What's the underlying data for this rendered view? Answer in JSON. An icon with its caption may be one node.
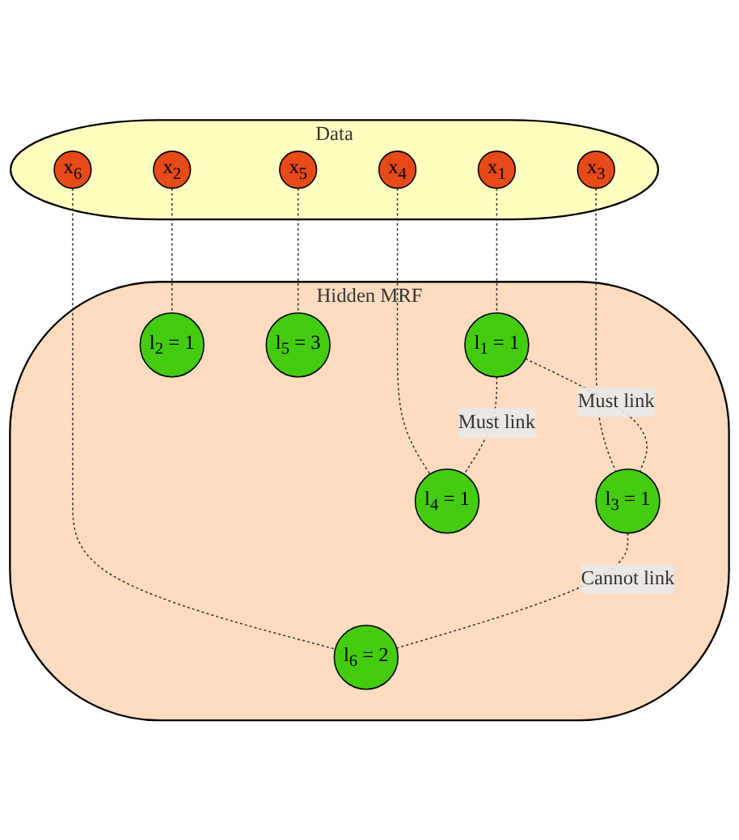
{
  "diagram": {
    "nodes": [
      {
        "text": [
          "Data"
        ]
      },
      {
        "text": [
          "x$_{1}$"
        ],
        "in": 0
      },
      {
        "text": [
          "x$_{2}$"
        ],
        "in": 0
      },
      {
        "text": [
          "x$_{3}$"
        ],
        "in": 0
      },
      {
        "text": [
          "x$_{4}$"
        ],
        "in": 0
      },
      {
        "text": [
          "x$_{5}$"
        ],
        "in": 0
      },
      {
        "text": [
          "x$_{6}$"
        ],
        "in": 0
      },
      {
        "text": [
          "Hidden MRF"
        ]
      },
      {
        "text": [
          "l$_{1}$ = 1"
        ],
        "in": 7
      },
      {
        "text": [
          "l$_{2}$ = 1"
        ],
        "in": 7
      },
      {
        "text": [
          "l$_{3}$ = 1"
        ],
        "in": 7
      },
      {
        "text": [
          "l$_{4}$ = 1"
        ],
        "in": 7
      },
      {
        "text": [
          "l$_{5}$ = 3"
        ],
        "in": 7
      },
      {
        "text": [
          "l$_{6}$ = 2"
        ],
        "in": 7
      }
    ],
    "edges": [
      {
        "from": 1,
        "to": 8,
        "arrow": "none",
        "style": "dashed"
      },
      {
        "from": 2,
        "to": 9,
        "arrow": "none",
        "style": "dashed"
      },
      {
        "from": 3,
        "to": 10,
        "arrow": "none",
        "style": "dashed"
      },
      {
        "from": 4,
        "to": 11,
        "arrow": "none",
        "style": "dashed"
      },
      {
        "from": 5,
        "to": 12,
        "arrow": "none",
        "style": "dashed"
      },
      {
        "from": 6,
        "to": 13,
        "arrow": "none",
        "style": "dashed"
      },
      {
        "from": 8,
        "to": 10,
        "arrow": "none",
        "style": "dashed",
        "label": "Must link"
      },
      {
        "from": 8,
        "to": 11,
        "arrow": "none",
        "style": "dashed",
        "label": "Must link"
      },
      {
        "from": 10,
        "to": 13,
        "arrow": "none",
        "style": "dashed",
        "label": "Cannot link"
      }
    ]
  }
}
